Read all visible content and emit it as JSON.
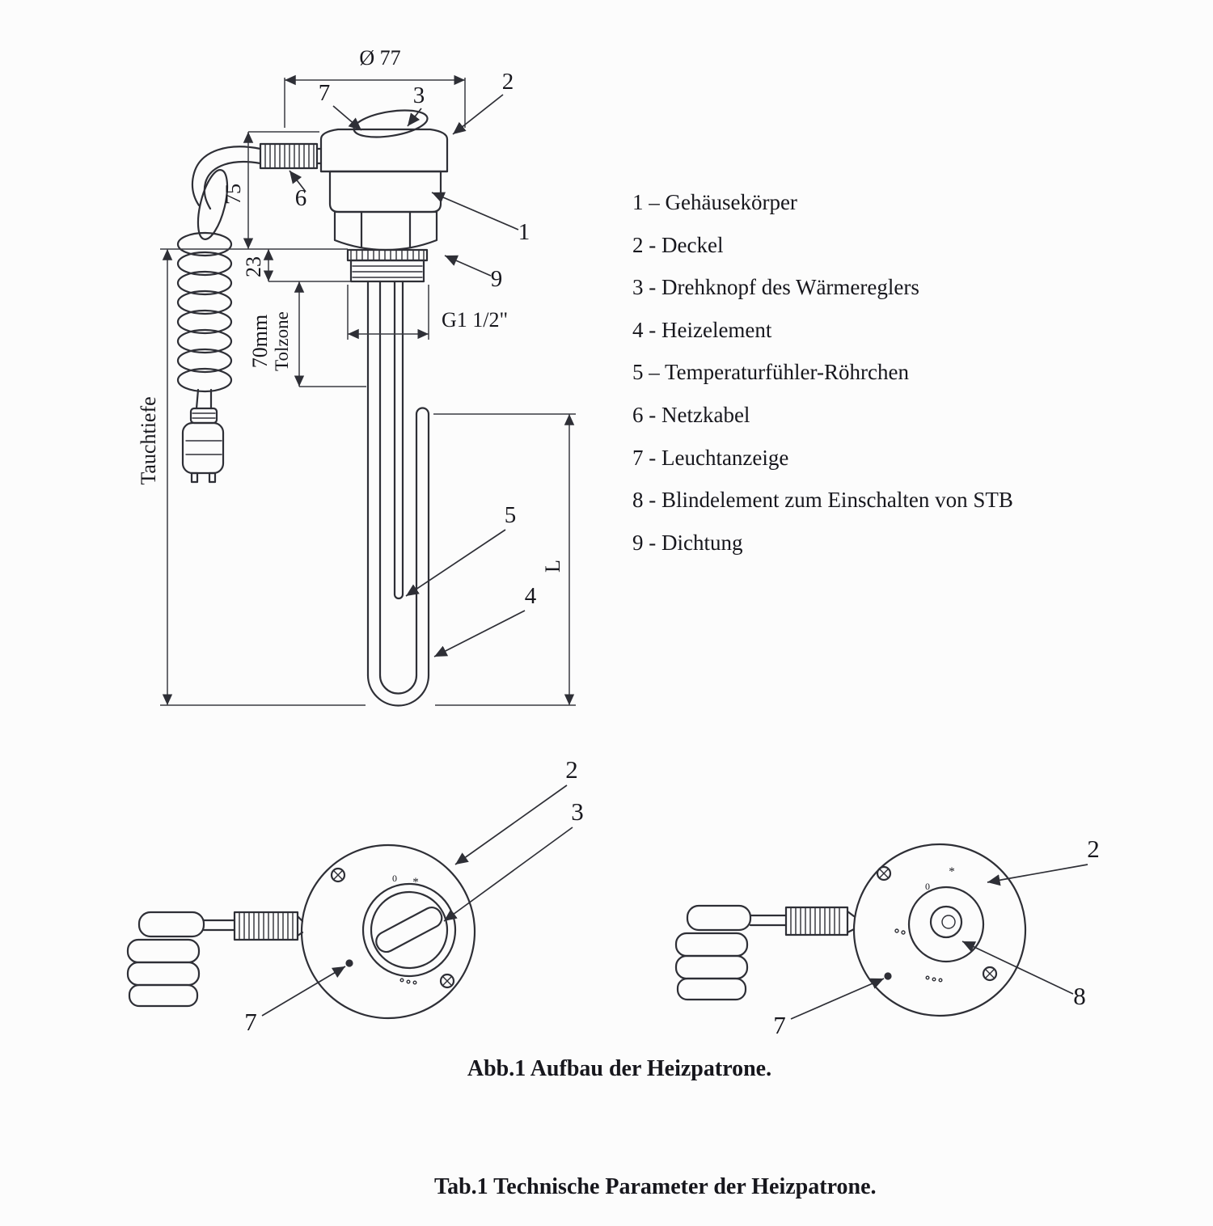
{
  "page": {
    "caption": "Abb.1 Aufbau der Heizpatrone.",
    "table_caption": "Tab.1 Technische Parameter der Heizpatrone.",
    "ink_color": "#2e2f36"
  },
  "legend": {
    "items": [
      "1 – Gehäusekörper",
      "2 - Deckel",
      "3 - Drehknopf des Wärmereglers",
      "4 - Heizelement",
      "5 – Temperaturfühler-Röhrchen",
      "6 - Netzkabel",
      "7 - Leuchtanzeige",
      "8 - Blindelement zum Einschalten von STB",
      "9 - Dichtung"
    ]
  },
  "side_view": {
    "dimensions": {
      "diameter": "Ø 77",
      "height": "75",
      "seal_height": "23",
      "tolerance_zone_value": "70mm",
      "tolerance_zone_label": "Tolzone",
      "immersion_depth": "Tauchtiefe",
      "thread": "G1 1/2\"",
      "element_length": "L"
    },
    "callouts": {
      "indicator": "7",
      "knob": "3",
      "cover": "2",
      "cable": "6",
      "housing": "1",
      "seal": "9",
      "sensor_tube": "5",
      "heating_element": "4"
    }
  },
  "front_view_left": {
    "callouts": {
      "cover": "2",
      "knob": "3",
      "indicator": "7"
    },
    "markings": {
      "min": "0",
      "frost": "*"
    }
  },
  "front_view_right": {
    "callouts": {
      "cover": "2",
      "blind_element": "8",
      "indicator": "7"
    },
    "markings": {
      "min": "0",
      "frost": "*"
    }
  }
}
